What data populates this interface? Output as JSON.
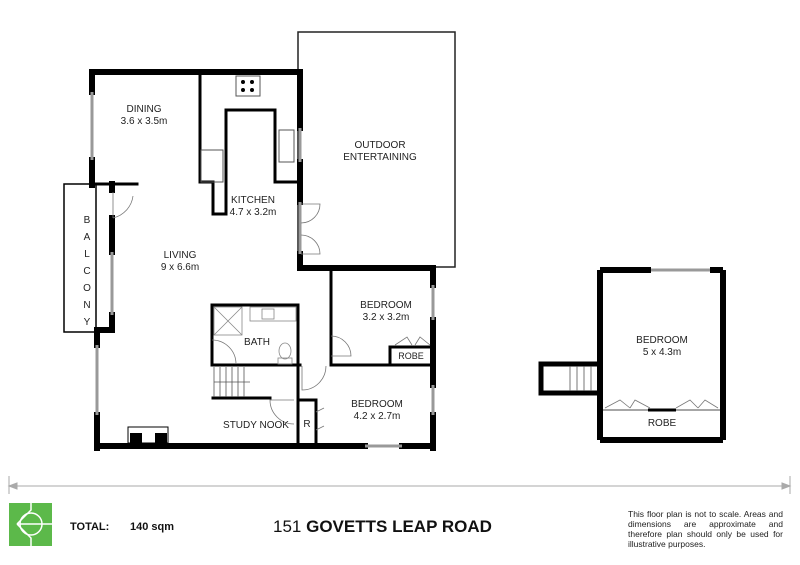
{
  "property": {
    "address_number": "151",
    "address_street": "GOVETTS LEAP ROAD",
    "total_label": "TOTAL:",
    "total_area": "140 sqm"
  },
  "disclaimer": "This floor plan is not to scale. Areas and dimensions are approximate and therefore plan should only be used for illustrative purposes.",
  "rooms": {
    "dining": {
      "name": "DINING",
      "dims": "3.6 x 3.5m"
    },
    "kitchen": {
      "name": "KITCHEN",
      "dims": "4.7 x 3.2m"
    },
    "outdoor": {
      "name": "OUTDOOR",
      "name2": "ENTERTAINING"
    },
    "living": {
      "name": "LIVING",
      "dims": "9 x 6.6m"
    },
    "balcony": {
      "letters": [
        "B",
        "A",
        "L",
        "C",
        "O",
        "N",
        "Y"
      ]
    },
    "bath": {
      "name": "BATH"
    },
    "bedroom1": {
      "name": "BEDROOM",
      "dims": "3.2 x 3.2m"
    },
    "robe1": {
      "name": "ROBE"
    },
    "bedroom2": {
      "name": "BEDROOM",
      "dims": "4.2 x 2.7m"
    },
    "study": {
      "name": "STUDY NOOK"
    },
    "r": {
      "name": "R"
    },
    "bedroom3": {
      "name": "BEDROOM",
      "dims": "5 x 4.3m"
    },
    "robe2": {
      "name": "ROBE"
    }
  },
  "colors": {
    "logo_green": "#5cb94a",
    "wall": "#000000",
    "window": "#9a9a9a",
    "scale_line": "#aaaaaa"
  }
}
